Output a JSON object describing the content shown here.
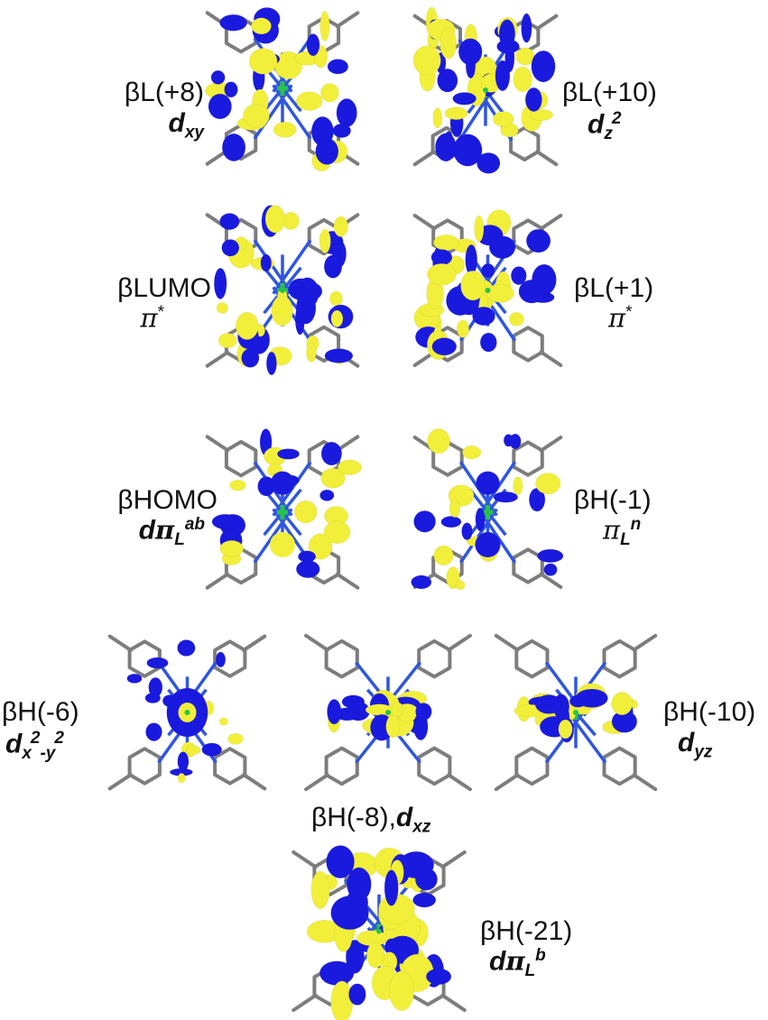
{
  "colors": {
    "lobe_positive": "#1a1adf",
    "lobe_negative": "#f2ef3a",
    "bond_carbon": "#7d7d7d",
    "bond_nitrogen": "#2f56e0",
    "metal_center": "#28c24a"
  },
  "orbitals": [
    {
      "id": "bL8",
      "name": "βL(+8)",
      "char_main": "d",
      "char_sub": "xy"
    },
    {
      "id": "bL10",
      "name": "βL(+10)",
      "char_main": "d",
      "char_sub": "z",
      "char_sup": "2"
    },
    {
      "id": "bLUMO",
      "name": "βLUMO",
      "char_main": "π",
      "char_sup": "*"
    },
    {
      "id": "bL1",
      "name": "βL(+1)",
      "char_main": "π",
      "char_sup": "*"
    },
    {
      "id": "bHOMO",
      "name": "βHOMO",
      "char_main": "dπ",
      "char_sub": "L",
      "char_sup": "ab"
    },
    {
      "id": "bH1",
      "name": "βH(-1)",
      "char_main": "π",
      "char_sub": "L",
      "char_sup": "n"
    },
    {
      "id": "bH6",
      "name": "βH(-6)",
      "char_main": "d",
      "char_sub_a": "x",
      "char_sup_a": "2",
      "char_sub_b": "-y",
      "char_sup_b": "2"
    },
    {
      "id": "bH8",
      "name": "βH(-8),",
      "char_main": "d",
      "char_sub": "xz"
    },
    {
      "id": "bH10",
      "name": "βH(-10)",
      "char_main": "d",
      "char_sub": "yz"
    },
    {
      "id": "bH21",
      "name": "βH(-21)",
      "char_main": "dπ",
      "char_sub": "L",
      "char_sup": "b"
    }
  ]
}
